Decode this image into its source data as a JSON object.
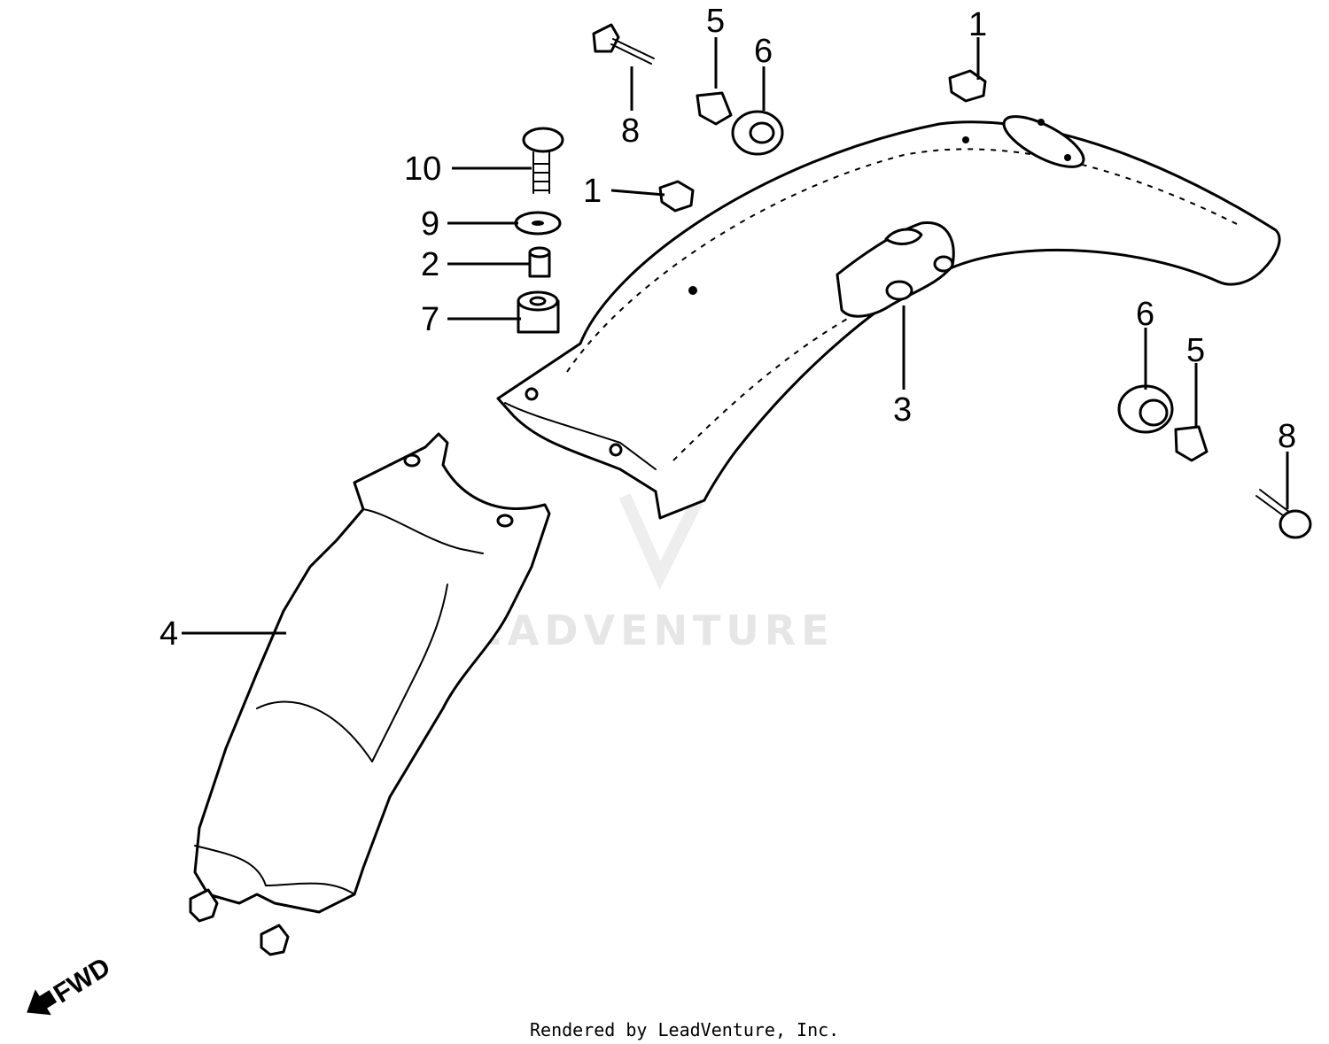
{
  "watermark": {
    "text": "LEADVENTURE"
  },
  "callouts": {
    "c1_top": "1",
    "c5_top": "5",
    "c6_top": "6",
    "c8_top": "8",
    "c10": "10",
    "c1_mid": "1",
    "c9": "9",
    "c2": "2",
    "c7": "7",
    "c3": "3",
    "c6_right": "6",
    "c5_right": "5",
    "c8_right": "8",
    "c4": "4"
  },
  "direction_label": "FWD",
  "footer": "Rendered by LeadVenture, Inc."
}
